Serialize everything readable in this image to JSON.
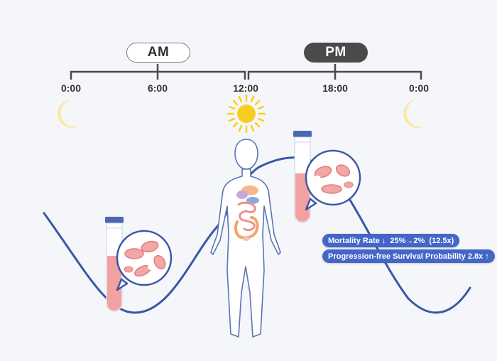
{
  "header": {
    "am_label": "AM",
    "pm_label": "PM"
  },
  "timeline": {
    "ticks": [
      "0:00",
      "6:00",
      "12:00",
      "18:00",
      "0:00"
    ]
  },
  "badges": {
    "mortality": "Mortality Rate ↓  25%→2%  (12.5x)",
    "pfs": "Progression-free Survival Probability 2.8x ↑"
  },
  "colors": {
    "curve": "#3a57a7",
    "badge": "#4466c8",
    "moon": "#fbe7a1",
    "sun": "#f9cf1f",
    "blood": "#f3a0a0",
    "tube_cap": "#4b68b5"
  },
  "icons": [
    "moon-icon",
    "sun-icon",
    "blood-tube-icon",
    "blood-cell-magnifier-icon",
    "human-body-icon"
  ]
}
